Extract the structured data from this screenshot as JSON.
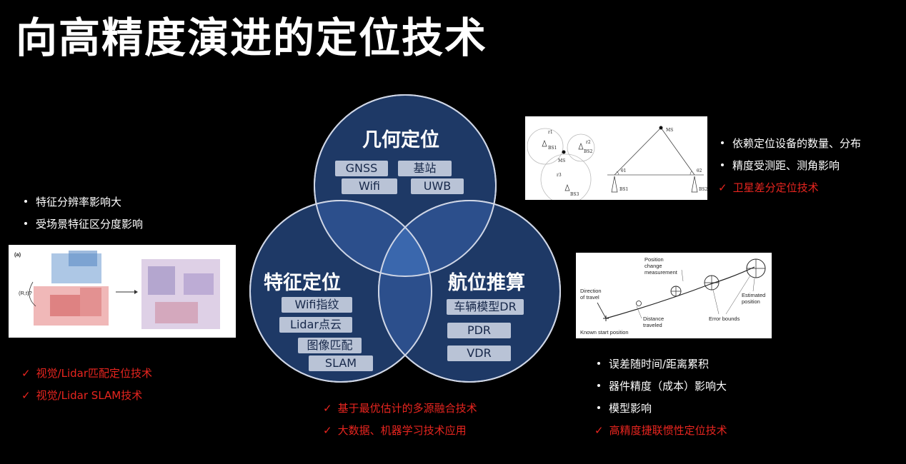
{
  "title": "向高精度演进的定位技术",
  "venn": {
    "top": {
      "title": "几何定位",
      "tags": [
        "GNSS",
        "基站",
        "Wifi",
        "UWB"
      ]
    },
    "left": {
      "title": "特征定位",
      "tags": [
        "Wifi指纹",
        "Lidar点云",
        "图像匹配",
        "SLAM"
      ]
    },
    "right": {
      "title": "航位推算",
      "tags": [
        "车辆模型DR",
        "PDR",
        "VDR"
      ]
    }
  },
  "geometric_notes": {
    "bullets": [
      "依赖定位设备的数量、分布",
      "精度受测距、测角影响"
    ],
    "highlight": [
      "卫星差分定位技术"
    ]
  },
  "feature_notes": {
    "bullets": [
      "特征分辨率影响大",
      "受场景特征区分度影响"
    ],
    "highlight": [
      "视觉/Lidar匹配定位技术",
      "视觉/Lidar SLAM技术"
    ]
  },
  "fusion_notes": {
    "highlight": [
      "基于最优估计的多源融合技术",
      "大数据、机器学习技术应用"
    ]
  },
  "dr_notes": {
    "bullets": [
      "误差随时间/距离累积",
      "器件精度（成本）影响大",
      "模型影响"
    ],
    "highlight": [
      "高精度捷联惯性定位技术"
    ]
  },
  "geometry_figure": {
    "labels": {
      "ms": "MS",
      "bs1": "BS1",
      "bs2": "BS2",
      "bs3": "BS3",
      "r1": "r1",
      "r2": "r2",
      "r3": "r3",
      "theta1": "θ1",
      "theta2": "θ2"
    }
  },
  "feature_figure": {
    "labels": {
      "panel": "(a)",
      "transform": "(R,t)?"
    }
  },
  "dr_figure": {
    "labels": {
      "position_change": [
        "Position",
        "change",
        "measurement"
      ],
      "direction": [
        "Direction",
        "of travel"
      ],
      "distance": [
        "Distance",
        "traveled"
      ],
      "estimated": [
        "Estimated",
        "position"
      ],
      "error_bounds": "Error bounds",
      "known_start": "Known start position"
    }
  },
  "colors": {
    "accent_red": "#e8251f",
    "circle_fill": "#1f3a68",
    "tag_bg": "#b9c3d6"
  }
}
